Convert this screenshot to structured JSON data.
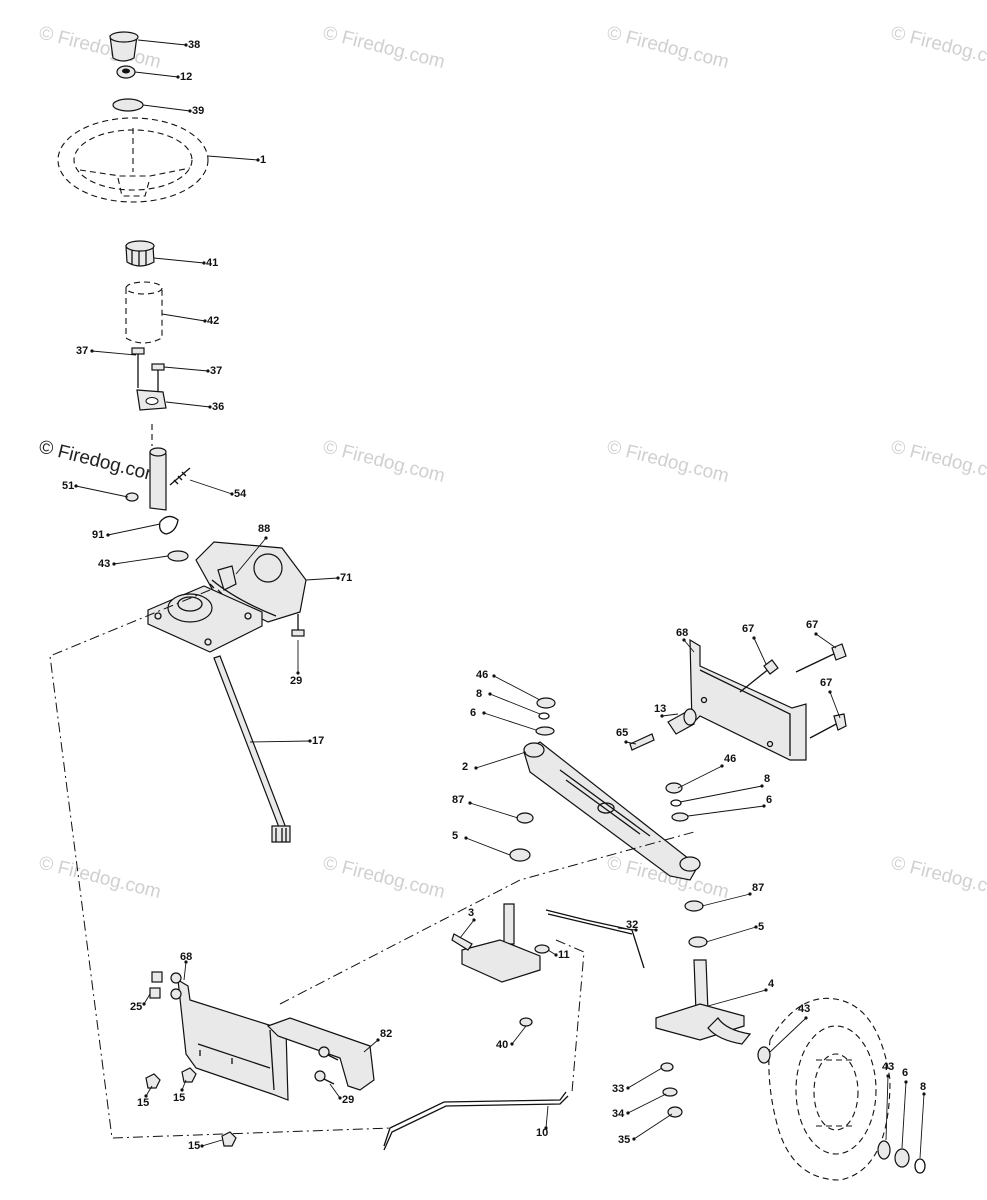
{
  "watermark": {
    "light_text": "© Firedog.com",
    "dark_text": "© Firedog.com",
    "light_color": "#d0d0d0",
    "dark_color": "#222222"
  },
  "callouts": [
    "38",
    "12",
    "39",
    "1",
    "41",
    "42",
    "37",
    "37",
    "36",
    "54",
    "51",
    "91",
    "88",
    "43",
    "71",
    "29",
    "17",
    "68",
    "67",
    "67",
    "67",
    "46",
    "8",
    "6",
    "13",
    "65",
    "2",
    "46",
    "8",
    "6",
    "87",
    "5",
    "87",
    "3",
    "32",
    "11",
    "5",
    "4",
    "43",
    "40",
    "33",
    "43",
    "6",
    "8",
    "34",
    "35",
    "68",
    "25",
    "82",
    "15",
    "15",
    "29",
    "15",
    "10"
  ]
}
